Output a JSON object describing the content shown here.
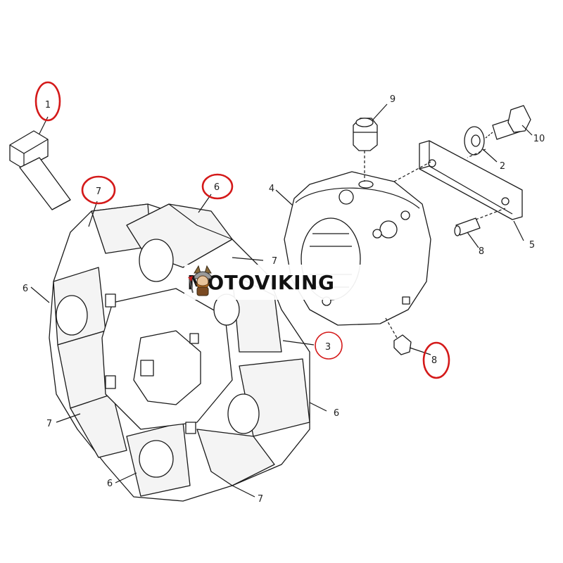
{
  "watermark": {
    "brand": "MOTOVIKING",
    "logo_icon": "viking-warrior-logo"
  },
  "callouts": {
    "c1": "1",
    "c2": "2",
    "c3": "3",
    "c4": "4",
    "c5": "5",
    "c6a": "6",
    "c6b": "6",
    "c6c": "6",
    "c6d": "6",
    "c7a": "7",
    "c7b": "7",
    "c7c": "7",
    "c7d": "7",
    "c8a": "8",
    "c8b": "8",
    "c9": "9",
    "c10": "10"
  },
  "highlighted_callouts": [
    "1",
    "7",
    "6",
    "3",
    "8"
  ],
  "colors": {
    "highlight": "#d41919",
    "line": "#1a1a1a",
    "background": "#ffffff"
  }
}
